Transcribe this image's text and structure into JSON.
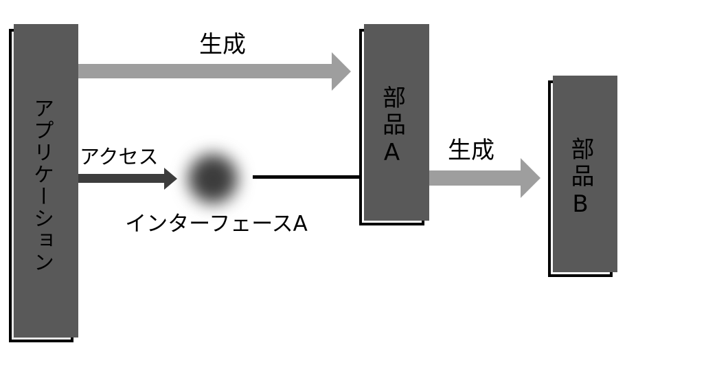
{
  "diagram": {
    "nodes": {
      "application": {
        "label": "アプリケーション"
      },
      "component_a": {
        "label": "部品A"
      },
      "component_b": {
        "label": "部品B"
      }
    },
    "interface": {
      "label": "インターフェースA"
    },
    "edges": {
      "generate_app_to_a": {
        "label": "生成"
      },
      "access_app_to_interface": {
        "label": "アクセス"
      },
      "generate_a_to_b": {
        "label": "生成"
      }
    },
    "colors": {
      "background": "#ffffff",
      "app_box_fill": "#e8e8e8",
      "component_box_fill": "#ffffff",
      "box_border": "#000000",
      "box_shadow": "#595959",
      "generate_arrow": "#9e9e9e",
      "access_arrow": "#3d3d3d",
      "interface_blob": "#3c3c3c",
      "connector_line": "#000000"
    }
  }
}
